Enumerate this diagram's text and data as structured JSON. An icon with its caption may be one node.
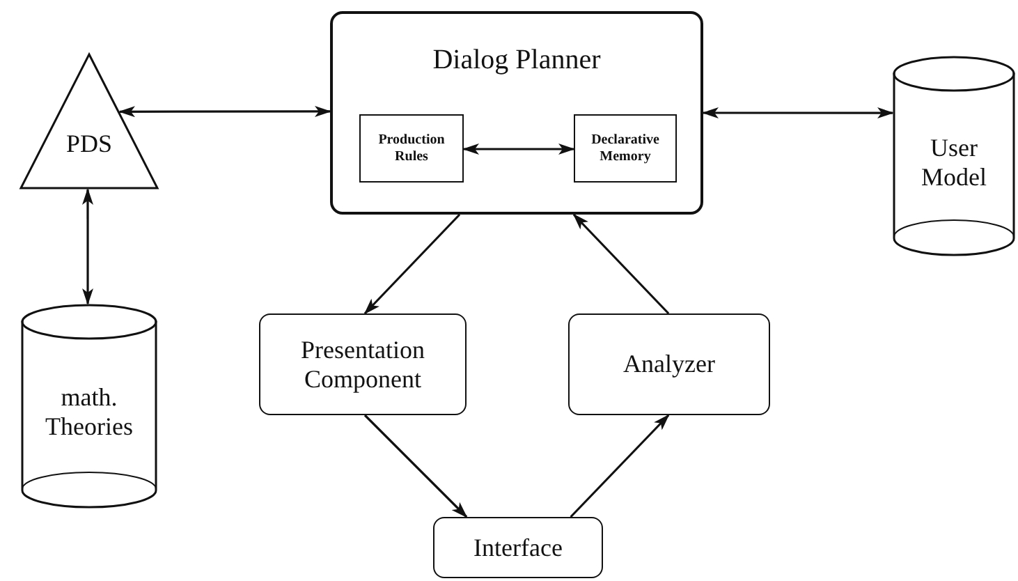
{
  "diagram": {
    "nodes": [
      {
        "text": [
          "Dialog Planner"
        ]
      },
      {
        "text": [
          "Production Rules"
        ],
        "in": 0
      },
      {
        "text": [
          "Declarative Memory"
        ],
        "in": 0
      },
      {
        "text": [
          "PDS"
        ]
      },
      {
        "text": [
          "User Model"
        ]
      },
      {
        "text": [
          "math. Theories"
        ]
      },
      {
        "text": [
          "Presentation Component"
        ]
      },
      {
        "text": [
          "Analyzer"
        ]
      },
      {
        "text": [
          "Interface"
        ]
      }
    ],
    "edges": [
      {
        "from": 3,
        "to": 0,
        "arrow": "both"
      },
      {
        "from": 1,
        "to": 2,
        "arrow": "both"
      },
      {
        "from": 0,
        "to": 4,
        "arrow": "both"
      },
      {
        "from": 3,
        "to": 5,
        "arrow": "both"
      },
      {
        "from": 0,
        "to": 6,
        "arrow": "to"
      },
      {
        "from": 7,
        "to": 0,
        "arrow": "to"
      },
      {
        "from": 6,
        "to": 8,
        "arrow": "to"
      },
      {
        "from": 8,
        "to": 7,
        "arrow": "to"
      }
    ]
  }
}
